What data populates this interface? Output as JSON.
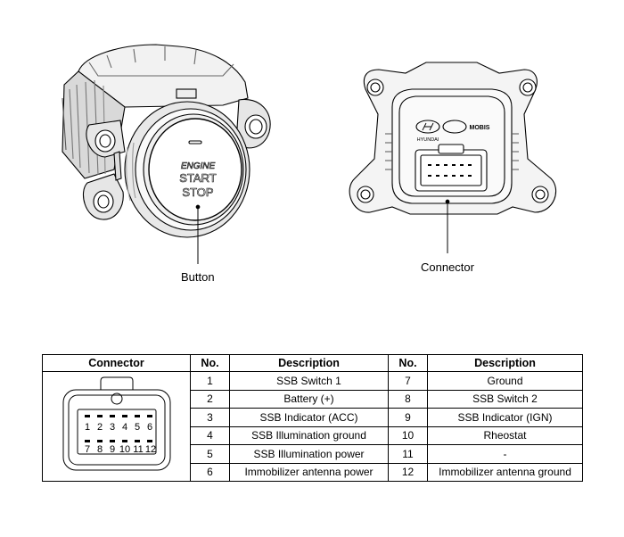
{
  "labels": {
    "button": "Button",
    "connector": "Connector"
  },
  "button_face": {
    "line1": "ENGINE",
    "line2": "START",
    "line3": "STOP"
  },
  "connector_view": {
    "brand1": "HYUNDAI",
    "brand2": "MOBIS"
  },
  "table": {
    "headers": [
      "Connector",
      "No.",
      "Description",
      "No.",
      "Description"
    ],
    "pins_top": [
      "1",
      "2",
      "3",
      "4",
      "5",
      "6"
    ],
    "pins_bottom": [
      "7",
      "8",
      "9",
      "10",
      "11",
      "12"
    ],
    "rows": [
      {
        "no_a": "1",
        "desc_a": "SSB Switch 1",
        "no_b": "7",
        "desc_b": "Ground"
      },
      {
        "no_a": "2",
        "desc_a": "Battery (+)",
        "no_b": "8",
        "desc_b": "SSB Switch 2"
      },
      {
        "no_a": "3",
        "desc_a": "SSB Indicator (ACC)",
        "no_b": "9",
        "desc_b": "SSB Indicator (IGN)"
      },
      {
        "no_a": "4",
        "desc_a": "SSB Illumination ground",
        "no_b": "10",
        "desc_b": "Rheostat"
      },
      {
        "no_a": "5",
        "desc_a": "SSB Illumination power",
        "no_b": "11",
        "desc_b": "-"
      },
      {
        "no_a": "6",
        "desc_a": "Immobilizer antenna power",
        "no_b": "12",
        "desc_b": "Immobilizer antenna ground"
      }
    ]
  }
}
